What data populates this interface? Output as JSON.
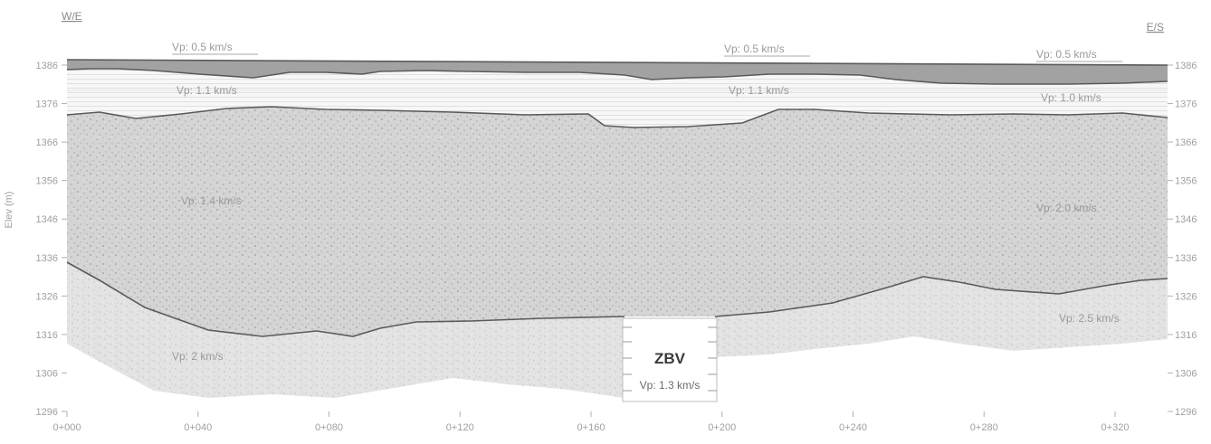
{
  "header": {
    "left_tag": "W/E",
    "right_tag": "E/S"
  },
  "axis": {
    "ylabel": "Elev (m)",
    "left_ticks": [
      "1386",
      "1376",
      "1366",
      "1356",
      "1346",
      "1336",
      "1326",
      "1316",
      "1306",
      "1296"
    ],
    "right_ticks": [
      "1386",
      "1376",
      "1366",
      "1356",
      "1346",
      "1336",
      "1326",
      "1316",
      "1306",
      "1296"
    ],
    "x_ticks": [
      "0+000",
      "0+040",
      "0+080",
      "0+120",
      "0+160",
      "0+200",
      "0+240",
      "0+280",
      "0+320"
    ]
  },
  "layers": {
    "top_labels": [
      "Vp: 0.5 km/s",
      "Vp: 0.5 km/s",
      "Vp: 0.5 km/s"
    ],
    "second_labels": [
      "Vp: 1.1 km/s",
      "Vp: 1.1 km/s",
      "Vp: 1.0 km/s"
    ],
    "third_labels": [
      "Vp: 1.4 km/s",
      "Vp: 2.0 km/s"
    ],
    "bottom_labels": [
      "Vp: 2 km/s",
      "Vp: 2.5 km/s"
    ]
  },
  "zbv": {
    "title": "ZBV",
    "velocity": "Vp: 1.3 km/s"
  },
  "colors": {
    "top_layer": "#9c9c9c",
    "second_layer_lines": "#e2e2e2",
    "third_layer": "#d2d2d2",
    "bottom_layer": "#e0e0e0",
    "boundary": "#5a5a5a"
  }
}
